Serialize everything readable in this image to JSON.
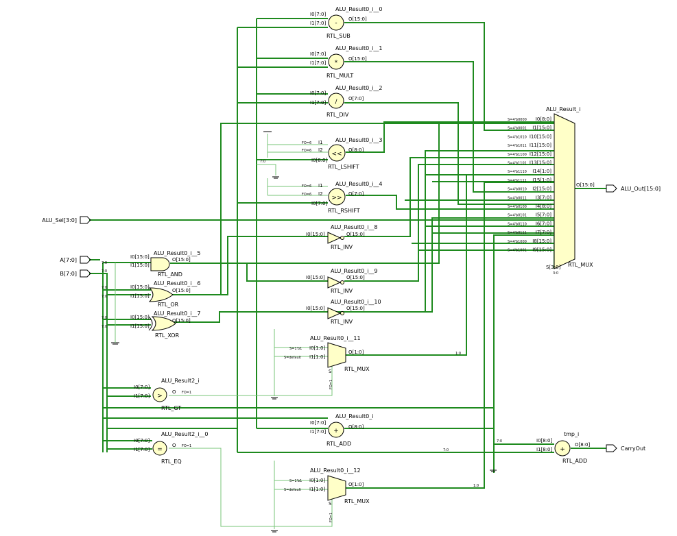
{
  "ports": {
    "alu_sel": "ALU_Sel[3:0]",
    "a": "A[7:0]",
    "b": "B[7:0]",
    "alu_out": "ALU_Out[15:0]",
    "carry_out": "CarryOut"
  },
  "cells": {
    "sub": {
      "name": "ALU_Result0_i__0",
      "type": "RTL_SUB",
      "op": "-",
      "i0": "I0[7:0]",
      "i1": "I1[7:0]",
      "o": "O[15:0]"
    },
    "mult": {
      "name": "ALU_Result0_i__1",
      "type": "RTL_MULT",
      "op": "*",
      "i0": "I0[7:0]",
      "i1": "I1[7:0]",
      "o": "O[15:0]"
    },
    "div": {
      "name": "ALU_Result0_i__2",
      "type": "RTL_DIV",
      "op": "/",
      "i0": "I0[7:0]",
      "i1": "I1[7:0]",
      "o": "O[7:0]"
    },
    "lshift": {
      "name": "ALU_Result0_i__3",
      "type": "RTL_LSHIFT",
      "op": "<<",
      "i1": "I1",
      "i2": "I2",
      "i0": "I0[8:0]",
      "o": "O[8:0]",
      "fo1": "FO=6",
      "fo2": "FO=6",
      "bus": "7:0"
    },
    "rshift": {
      "name": "ALU_Result0_i__4",
      "type": "RTL_RSHIFT",
      "op": ">>",
      "i1": "I1",
      "i2": "I2",
      "i0": "I0[7:0]",
      "o": "O[7:0]",
      "fo1": "FO=6",
      "fo2": "FO=6"
    },
    "inv8": {
      "name": "ALU_Result0_i__8",
      "type": "RTL_INV",
      "i0": "I0[15:0]",
      "o": "O[15:0]"
    },
    "inv9": {
      "name": "ALU_Result0_i__9",
      "type": "RTL_INV",
      "i0": "I0[15:0]",
      "o": "O[15:0]"
    },
    "inv10": {
      "name": "ALU_Result0_i__10",
      "type": "RTL_INV",
      "i0": "I0[15:0]",
      "o": "O[15:0]"
    },
    "and": {
      "name": "ALU_Result0_i__5",
      "type": "RTL_AND",
      "i0": "I0[15:0]",
      "i1": "I1[15:0]",
      "o": "O[15:0]",
      "bus0": "7:0",
      "bus1": "7:0"
    },
    "or": {
      "name": "ALU_Result0_i__6",
      "type": "RTL_OR",
      "i0": "I0[15:0]",
      "i1": "I1[15:0]",
      "o": "O[15:0]",
      "bus0": "7:0",
      "bus1": "7:0"
    },
    "xor": {
      "name": "ALU_Result0_i__7",
      "type": "RTL_XOR",
      "i0": "I0[15:0]",
      "i1": "I1[15:0]",
      "o": "O[15:0]",
      "bus0": "7:0",
      "bus1": "7:0"
    },
    "mux11": {
      "name": "ALU_Result0_i__11",
      "type": "RTL_MUX",
      "i0": "I0[1:0]",
      "i1": "I1[1:0]",
      "o": "O[1:0]",
      "s": "S",
      "c0": "S=1'b1",
      "c1": "S=default",
      "fo": "FO=1",
      "bus": "1:0"
    },
    "gt": {
      "name": "ALU_Result2_i",
      "type": "RTL_GT",
      "op": ">",
      "i0": "I0[7:0]",
      "i1": "I1[7:0]",
      "o": "O",
      "fo": "FO=1"
    },
    "add": {
      "name": "ALU_Result0_i",
      "type": "RTL_ADD",
      "op": "+",
      "i0": "I0[7:0]",
      "i1": "I1[7:0]",
      "o": "O[8:0]"
    },
    "eq": {
      "name": "ALU_Result2_i__0",
      "type": "RTL_EQ",
      "op": "=",
      "i0": "I0[7:0]",
      "i1": "I1[7:0]",
      "o": "O",
      "fo": "FO=1"
    },
    "tmp": {
      "name": "tmp_i",
      "type": "RTL_ADD",
      "op": "+",
      "i0": "I0[8:0]",
      "i1": "I1[8:0]",
      "o": "O[8:0]",
      "bus0": "7:0",
      "bus1": "7:0"
    },
    "mux12": {
      "name": "ALU_Result0_i__12",
      "type": "RTL_MUX",
      "i0": "I0[1:0]",
      "i1": "I1[1:0]",
      "o": "O[1:0]",
      "s": "S",
      "c0": "S=1'b1",
      "c1": "S=default",
      "fo": "FO=1",
      "bus": "1:0"
    },
    "mux": {
      "name": "ALU_Result_i",
      "type": "RTL_MUX",
      "o": "O[15:0]",
      "s": "S[3:0]",
      "sbus": "3:0",
      "rows": [
        {
          "c": "S=4'b0000",
          "p": "I0[8:0]"
        },
        {
          "c": "S=4'b0001",
          "p": "I1[15:0]"
        },
        {
          "c": "S=4'b1010",
          "p": "I10[15:0]"
        },
        {
          "c": "S=4'b1011",
          "p": "I11[15:0]"
        },
        {
          "c": "S=4'b1100",
          "p": "I12[15:0]"
        },
        {
          "c": "S=4'b1101",
          "p": "I13[15:0]"
        },
        {
          "c": "S=4'b1110",
          "p": "I14[1:0]"
        },
        {
          "c": "S=4'b1111",
          "p": "I15[1:0]"
        },
        {
          "c": "S=4'b0010",
          "p": "I2[15:0]"
        },
        {
          "c": "S=4'b0011",
          "p": "I3[7:0]"
        },
        {
          "c": "S=4'b0100",
          "p": "I4[8:0]"
        },
        {
          "c": "S=4'b0101",
          "p": "I5[7:0]"
        },
        {
          "c": "S=4'b0110",
          "p": "I6[7:0]"
        },
        {
          "c": "S=4'b0111",
          "p": "I7[7:0]"
        },
        {
          "c": "S=4'b1000",
          "p": "I8[15:0]"
        },
        {
          "c": "S=4'b1001",
          "p": "I9[15:0]"
        }
      ]
    }
  },
  "misc": {
    "bus_1_0_mux11": "1:0",
    "bus_1_0_mux12": "1:0",
    "bus_7_0_tmp": "7:0",
    "bus_7_0_tmp2": "7:0"
  }
}
